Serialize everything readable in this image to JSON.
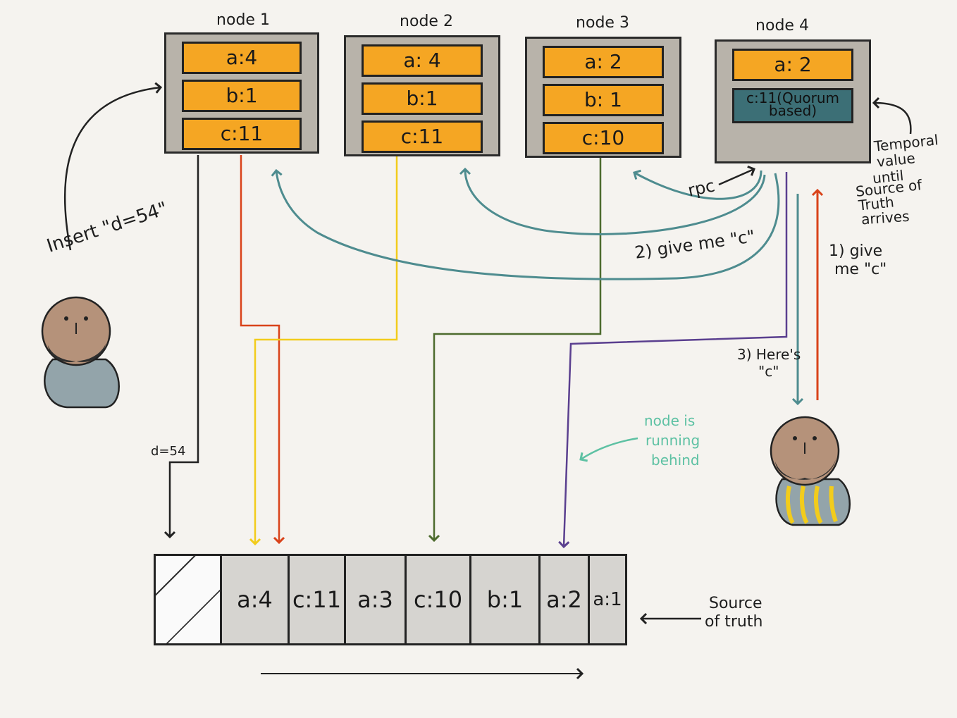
{
  "nodes": [
    {
      "title": "node 1",
      "cells": [
        "a:4",
        "b:1",
        "c:11"
      ]
    },
    {
      "title": "node 2",
      "cells": [
        "a: 4",
        "b:1",
        "c:11"
      ]
    },
    {
      "title": "node 3",
      "cells": [
        "a: 2",
        "b: 1",
        "c:10"
      ]
    },
    {
      "title": "node 4",
      "cells": [
        "a: 2",
        "c:11(Quorum based)"
      ]
    }
  ],
  "log": {
    "cells": [
      "a:4",
      "c:11",
      "a:3",
      "c:10",
      "b:1",
      "a:2",
      "a:1"
    ]
  },
  "labels": {
    "insert": "Insert \"d=54\"",
    "d54": "d=54",
    "rpc": "rpc",
    "give_me_c_2": "2) give me \"c\"",
    "give_me_c_1_line1": "1) give",
    "give_me_c_1_line2": "me \"c\"",
    "heres_c_line1": "3) Here's",
    "heres_c_line2": "\"c\"",
    "temporal_lines": [
      "Temporal",
      "value",
      "until",
      "Source of",
      "Truth",
      "arrives"
    ],
    "running_behind_lines": [
      "node is",
      "running",
      "behind"
    ],
    "source_of_truth_lines": [
      "Source",
      "of truth"
    ]
  },
  "colors": {
    "orange_cell": "#f5a623",
    "teal_cell": "#3c6f76",
    "node_bg": "#b8b3aa",
    "node1_line": "#d9431a",
    "node2_line": "#f2cc1c",
    "node3_line": "#4d6b2e",
    "node4_line": "#5a3f8f",
    "rpc_line": "#4e8c8f",
    "running_behind": "#5dc1a3",
    "black_line": "#222222"
  }
}
